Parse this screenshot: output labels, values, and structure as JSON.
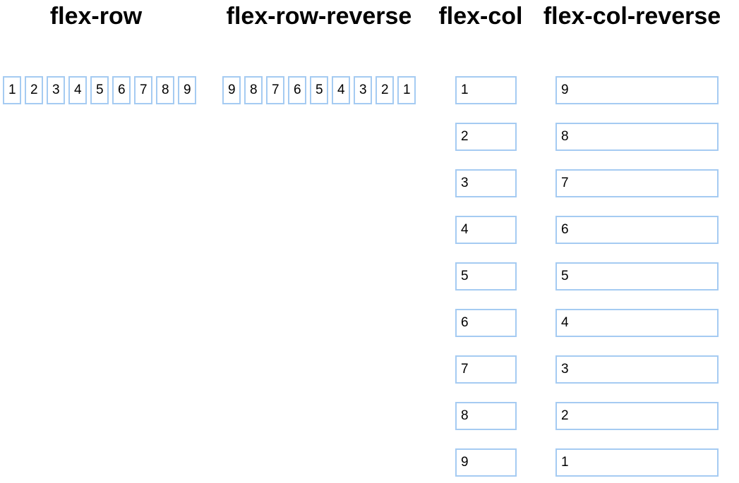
{
  "page": {
    "background_color": "#ffffff",
    "box_border_color": "#a5cbf2",
    "text_color": "#000000"
  },
  "sections": [
    {
      "title": "flex-row",
      "direction": "row",
      "items": [
        "1",
        "2",
        "3",
        "4",
        "5",
        "6",
        "7",
        "8",
        "9"
      ]
    },
    {
      "title": "flex-row-reverse",
      "direction": "row-reverse",
      "items": [
        "1",
        "2",
        "3",
        "4",
        "5",
        "6",
        "7",
        "8",
        "9"
      ]
    },
    {
      "title": "flex-col",
      "direction": "column",
      "items": [
        "1",
        "2",
        "3",
        "4",
        "5",
        "6",
        "7",
        "8",
        "9"
      ]
    },
    {
      "title": "flex-col-reverse",
      "direction": "column-reverse",
      "items": [
        "1",
        "2",
        "3",
        "4",
        "5",
        "6",
        "7",
        "8",
        "9"
      ]
    }
  ]
}
